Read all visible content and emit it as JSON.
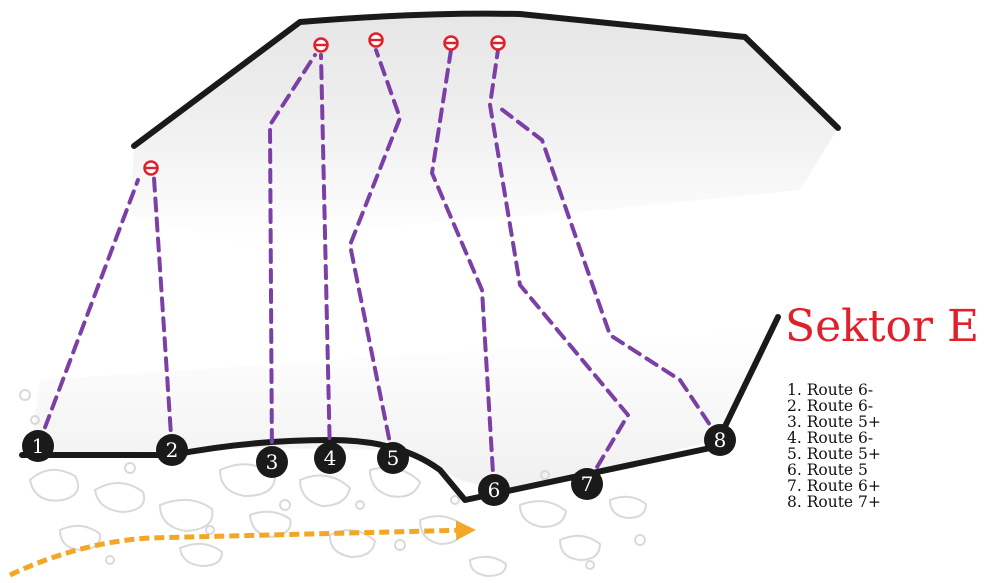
{
  "sector": {
    "title": "Sektor E",
    "title_color": "#e0202a"
  },
  "routes": [
    {
      "number": "1",
      "name": "Route",
      "grade": "6-"
    },
    {
      "number": "2",
      "name": "Route",
      "grade": "6-"
    },
    {
      "number": "3",
      "name": "Route",
      "grade": "5+"
    },
    {
      "number": "4",
      "name": "Route",
      "grade": "6-"
    },
    {
      "number": "5",
      "name": "Route",
      "grade": "5+"
    },
    {
      "number": "6",
      "name": "Route",
      "grade": "5"
    },
    {
      "number": "7",
      "name": "Route",
      "grade": "6+"
    },
    {
      "number": "8",
      "name": "Route",
      "grade": "7+"
    }
  ],
  "legend_lines": [
    "1. Route 6-",
    "2. Route 6-",
    "3. Route 5+",
    "4. Route 6-",
    "5. Route 5+",
    "6. Route 5",
    "7. Route 6+",
    "8. Route 7+"
  ],
  "colors": {
    "route_line": "#7b3fa6",
    "anchor": "#e0202a",
    "approach_arrow": "#f2a825",
    "outline": "#1a1a1a",
    "start_marker": "#1a1a1a",
    "cobble": "#d9d9d9"
  },
  "icons": {
    "anchor": "lower-off-anchor-icon",
    "start": "route-start-marker-icon",
    "approach": "approach-arrow-icon"
  }
}
